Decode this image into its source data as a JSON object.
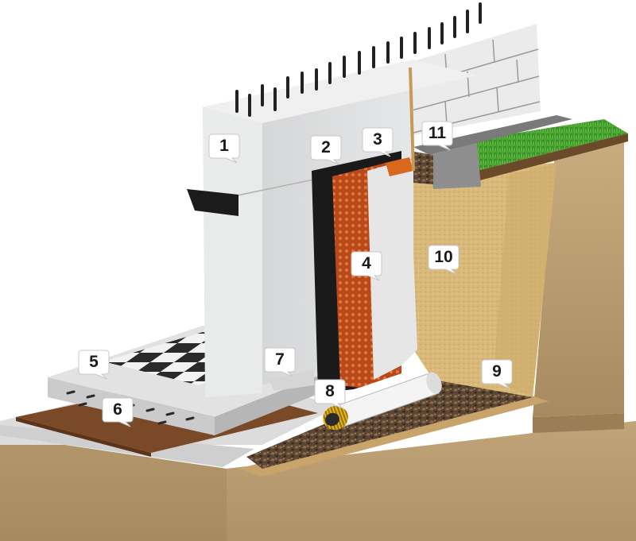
{
  "callouts": [
    {
      "id": 1,
      "label": "1"
    },
    {
      "id": 2,
      "label": "2"
    },
    {
      "id": 3,
      "label": "3"
    },
    {
      "id": 4,
      "label": "4"
    },
    {
      "id": 5,
      "label": "5"
    },
    {
      "id": 6,
      "label": "6"
    },
    {
      "id": 7,
      "label": "7"
    },
    {
      "id": 8,
      "label": "8"
    },
    {
      "id": 9,
      "label": "9"
    },
    {
      "id": 10,
      "label": "10"
    },
    {
      "id": 11,
      "label": "11"
    }
  ],
  "colors": {
    "concrete": "#d9dadb",
    "concrete_shade": "#b9babb",
    "waterproofing": "#1c1c1c",
    "drainage_membrane": "#c8501e",
    "geotextile": "#e4e4e4",
    "sand": "#d8b878",
    "gravel": "#4a3a2c",
    "soil": "#b89a70",
    "grass": "#3f9a2e",
    "brick": "#e9e9e9",
    "pipe": "#f2f2f2",
    "pipe_corrugated": "#e0b020"
  }
}
